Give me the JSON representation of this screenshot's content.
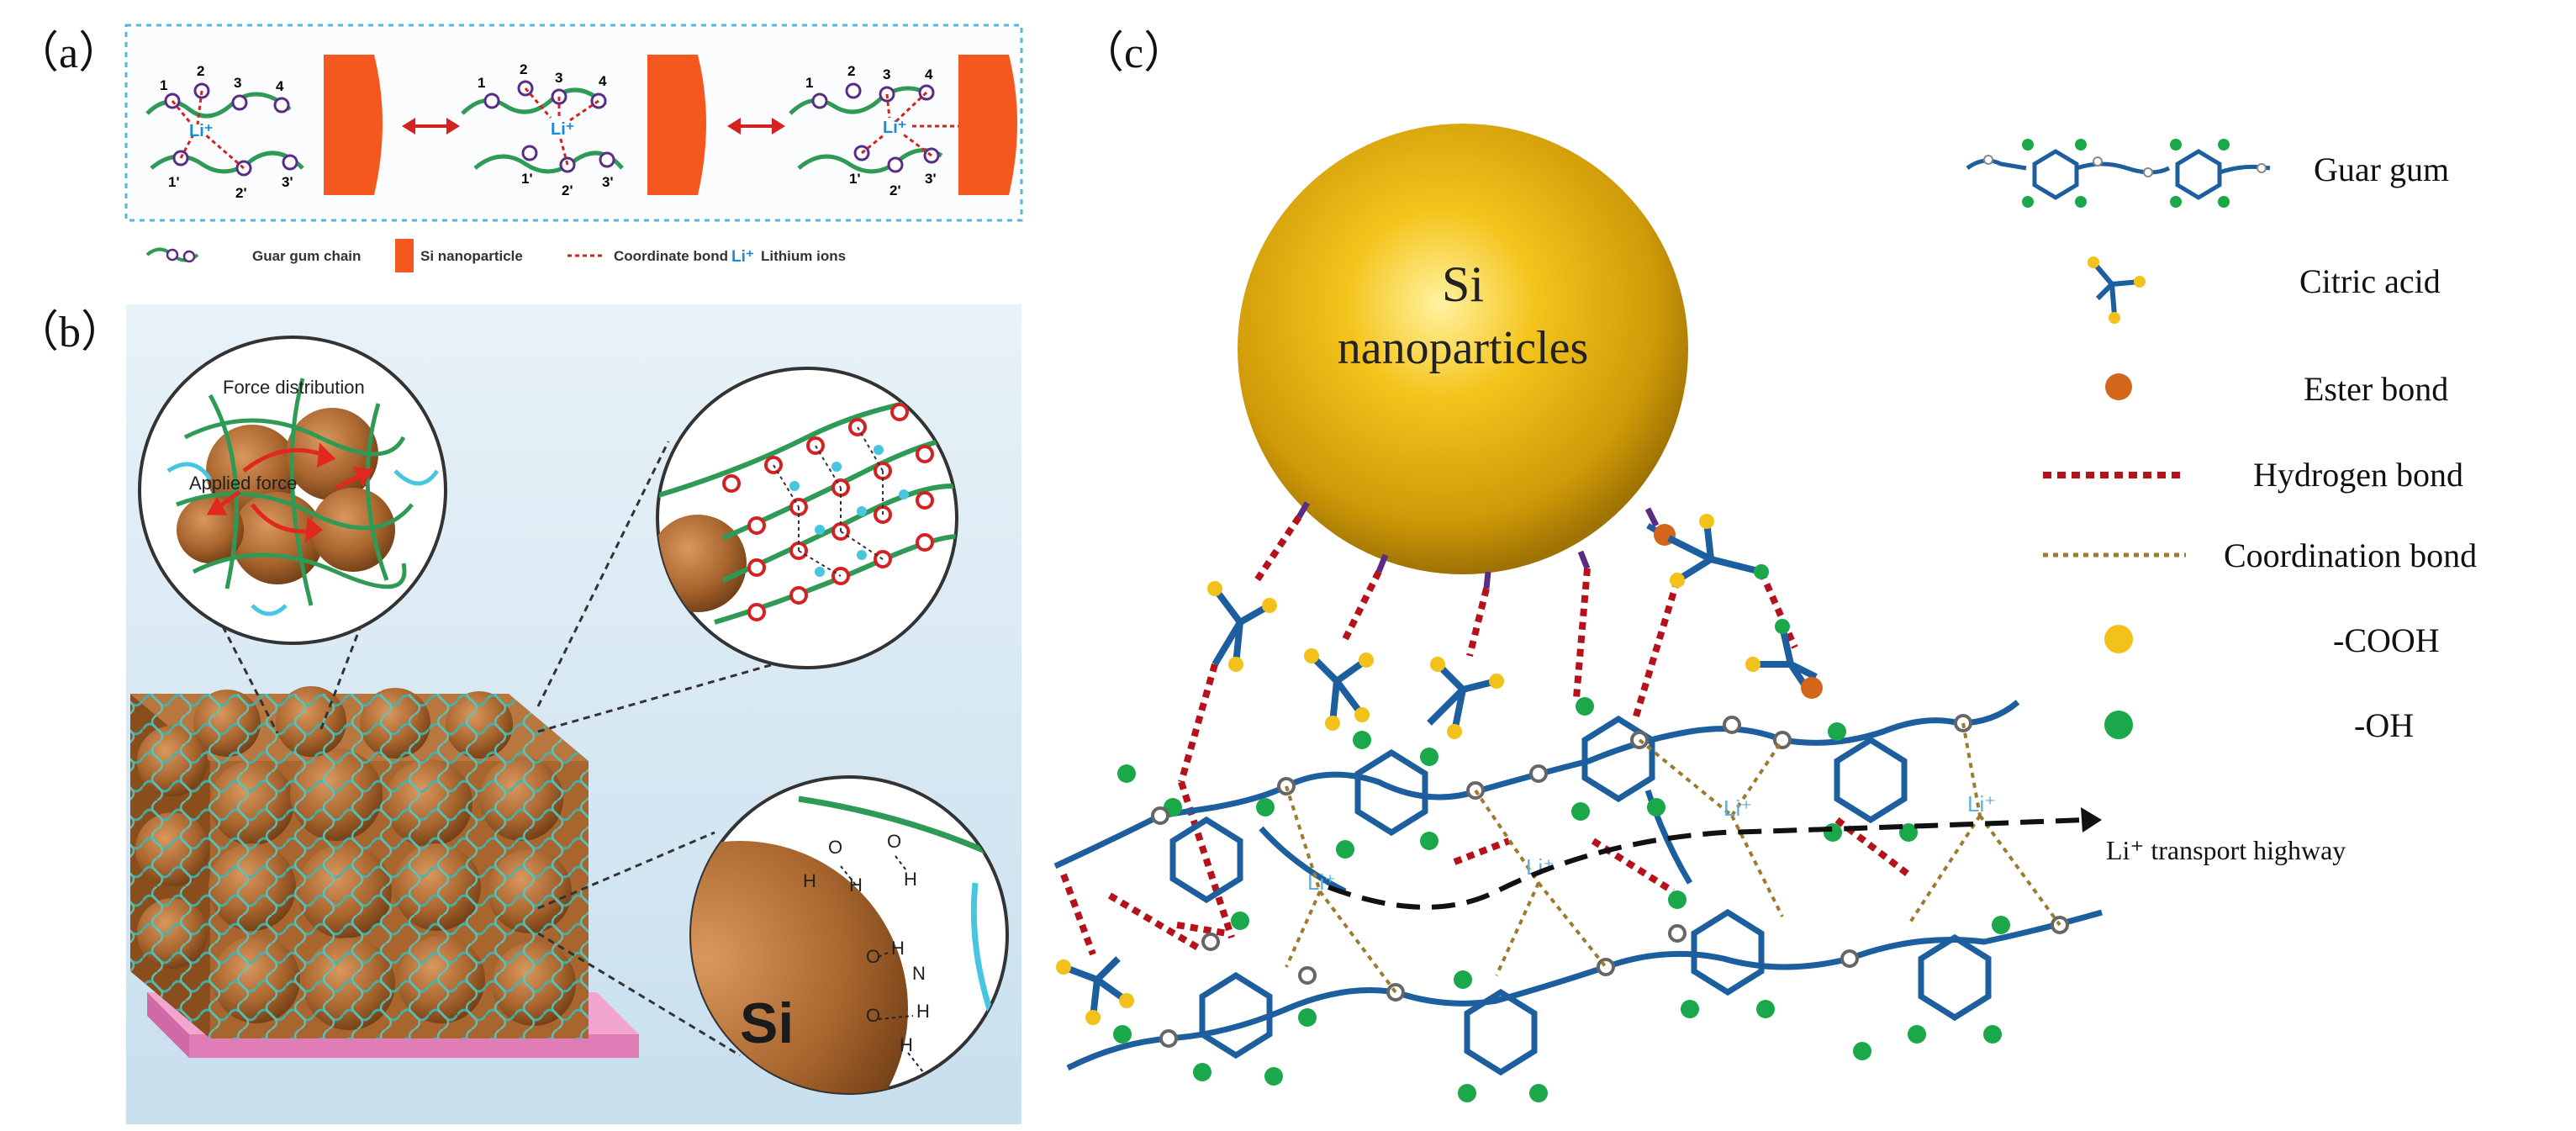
{
  "panels": {
    "a": {
      "label": "（a）",
      "li_ion": "Li⁺",
      "site_labels_top": [
        "1",
        "2",
        "3",
        "4"
      ],
      "site_labels_bottom": [
        "1'",
        "2'",
        "3'"
      ],
      "legend": {
        "chain": "Guar gum chain",
        "particle": "Si nanoparticle",
        "bond": "Coordinate bond",
        "ion_symbol": "Li⁺",
        "ion": "Lithium ions"
      }
    },
    "b": {
      "label": "（b）",
      "force_distribution": "Force distribution",
      "applied_force": "Applied force",
      "si_label": "Si",
      "h_label": "H",
      "o_label": "O",
      "n_label": "N"
    },
    "c": {
      "label": "（c）",
      "particle_line1": "Si",
      "particle_line2": "nanoparticles",
      "li_ion": "Li⁺",
      "highway": "Li⁺ transport highway",
      "legend": [
        {
          "label": "Guar gum"
        },
        {
          "label": "Citric acid"
        },
        {
          "label": "Ester bond"
        },
        {
          "label": "Hydrogen bond"
        },
        {
          "label": "Coordination bond"
        },
        {
          "label": "-COOH"
        },
        {
          "label": "-OH"
        }
      ]
    }
  },
  "colors": {
    "chain_green": "#2f9a55",
    "particle_orange": "#f4581e",
    "coord_red": "#d42222",
    "ion_blue": "#1a8bd6",
    "hbond_red": "#b5121b",
    "coord_brown": "#9c7b2e",
    "ring_blue": "#1d5f9e",
    "cooh_yellow": "#f2c21a",
    "oh_green": "#1aa84a",
    "ester_orange": "#d4661c",
    "si_gold": "#e9b612",
    "b_background": "#d8e9f3"
  }
}
